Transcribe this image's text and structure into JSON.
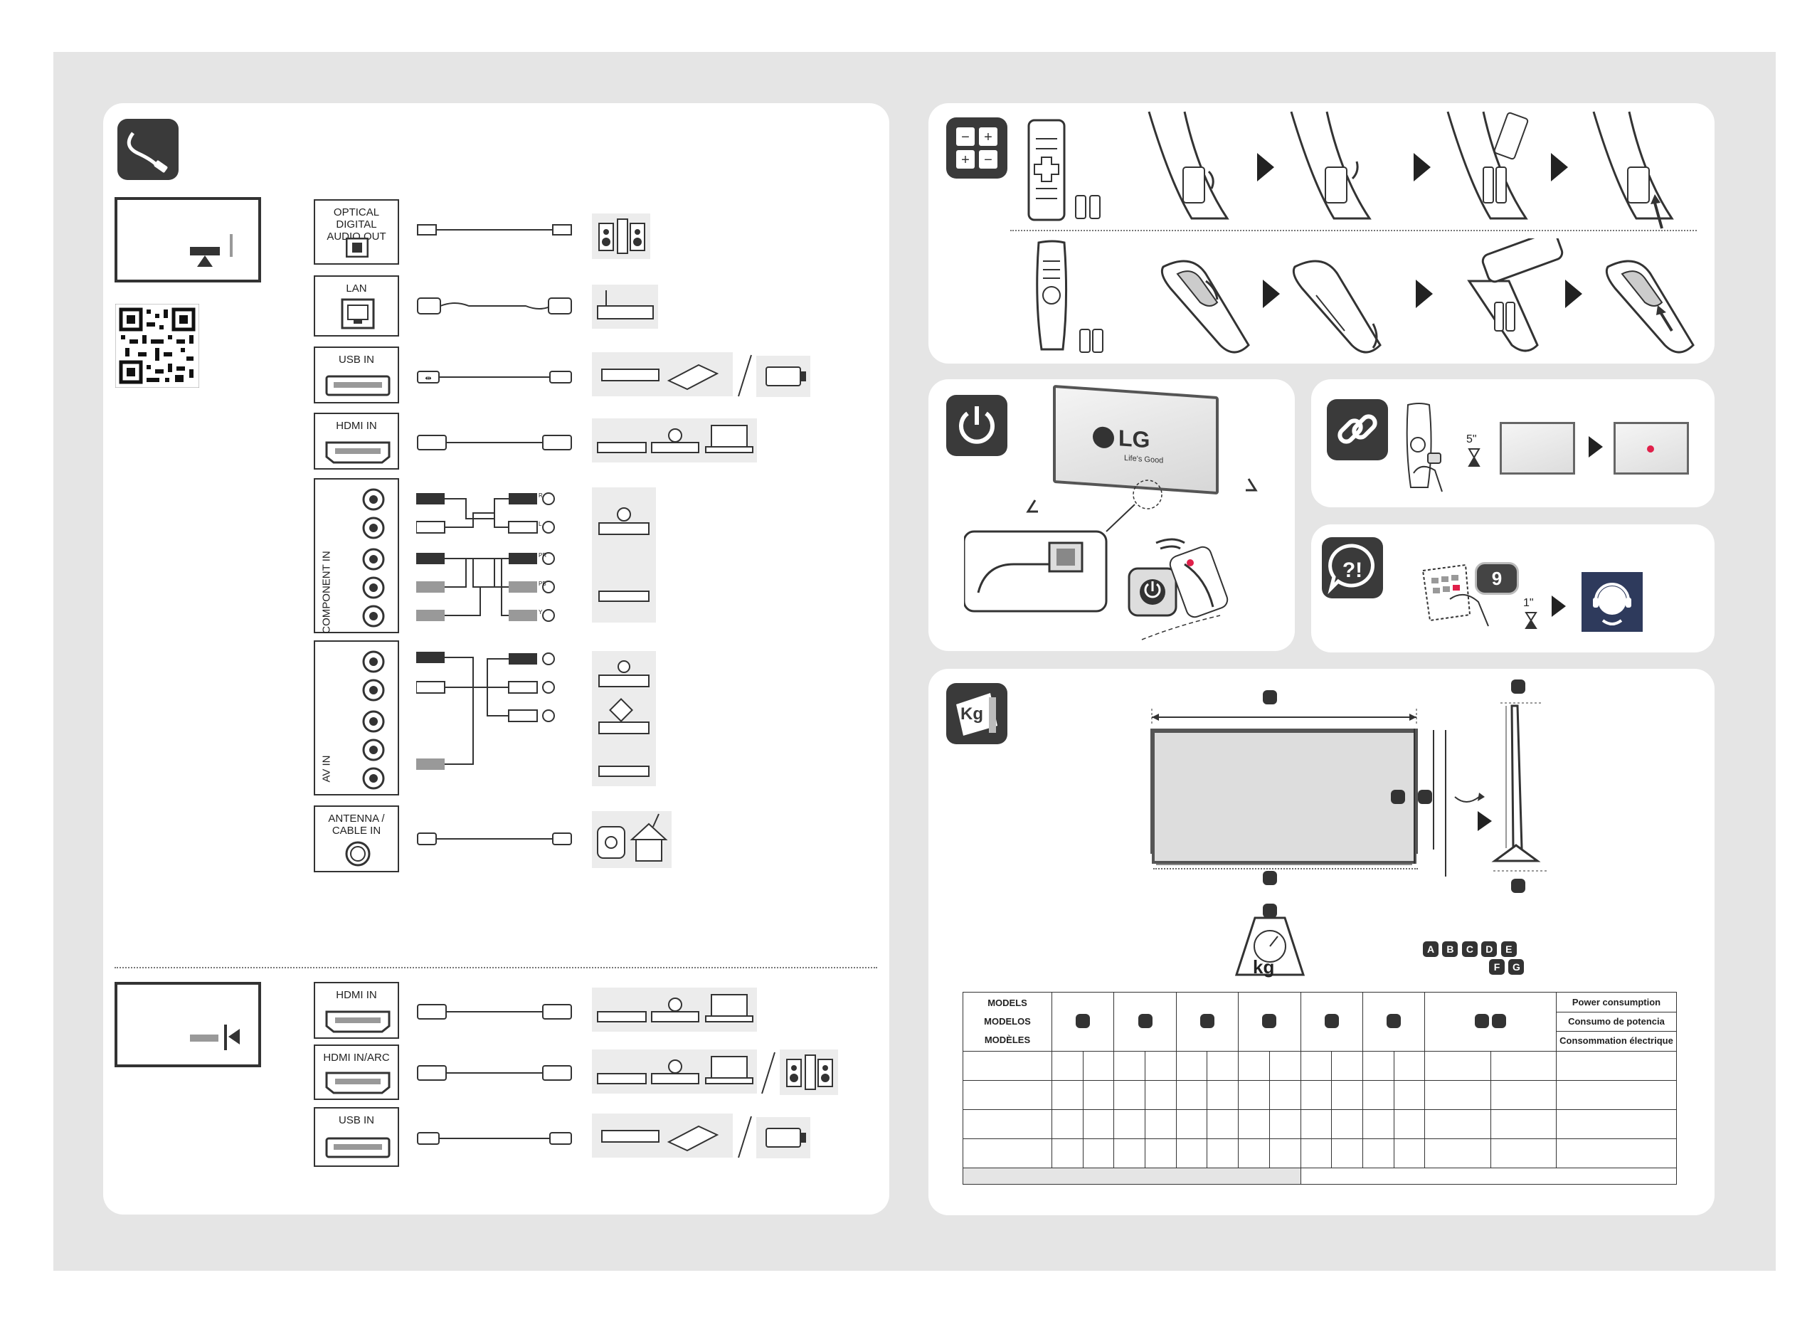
{
  "ports_main": {
    "optical": "OPTICAL DIGITAL AUDIO OUT",
    "lan": "LAN",
    "usb": "USB IN",
    "hdmi": "HDMI IN",
    "component": "COMPONENT IN",
    "av": "AV IN",
    "antenna": "ANTENNA / CABLE IN"
  },
  "component_jacks": [
    "R",
    "L",
    "PR",
    "PB",
    "Y"
  ],
  "ports_side": {
    "hdmi": "HDMI IN",
    "hdmi_arc": "HDMI IN/ARC",
    "usb": "USB IN"
  },
  "power_tv": {
    "brand": "LG",
    "slogan": "Life's Good"
  },
  "pairing": {
    "timer": "5\""
  },
  "support": {
    "key": "9",
    "timer": "1\""
  },
  "dimension_letters": [
    "A",
    "B",
    "C",
    "D",
    "E",
    "F",
    "G"
  ],
  "weight_unit": "kg",
  "weight_badge_text": "Kg",
  "spec_table": {
    "model_labels": [
      "MODELS",
      "MODELOS",
      "MODÈLES"
    ],
    "power_labels": [
      "Power consumption",
      "Consumo de potencia",
      "Consommation électrique"
    ]
  },
  "colors": {
    "sheet": "#e5e5e5",
    "badge": "#3a3a3a",
    "support_agent": "#2e3a5c",
    "led": "#e0204a"
  }
}
